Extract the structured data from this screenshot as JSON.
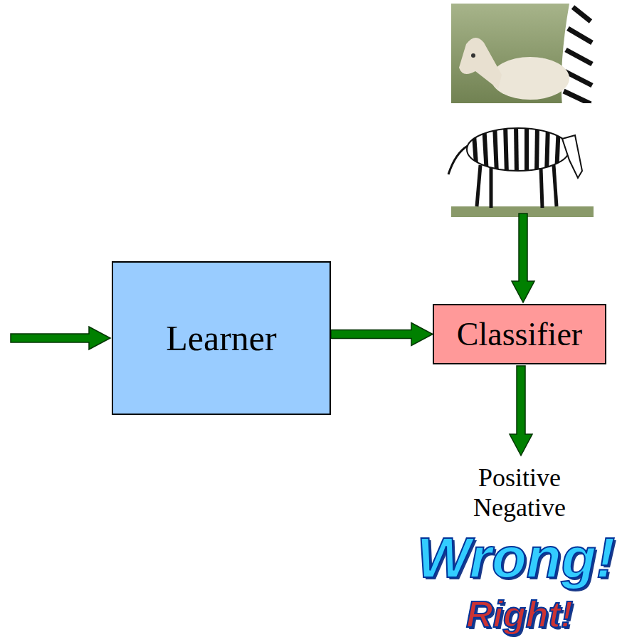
{
  "diagram": {
    "nodes": [
      {
        "text": [
          "Learner"
        ]
      },
      {
        "text": [
          "Classifier"
        ]
      }
    ],
    "edges": [
      {
        "from": 0,
        "to": 1,
        "arrow": "to"
      }
    ],
    "labels": [
      "Positive",
      "Negative",
      "Right!",
      "Wrong!"
    ]
  }
}
